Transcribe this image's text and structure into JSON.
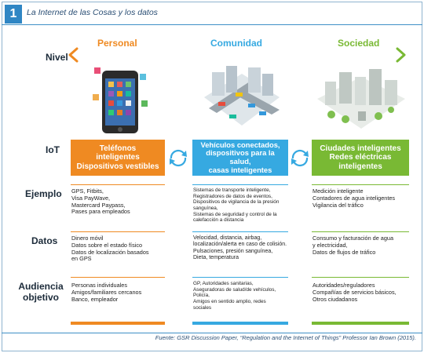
{
  "header": {
    "number": "1",
    "title": "La Internet de las Cosas y los datos"
  },
  "rows": {
    "nivel": "Nivel",
    "iot": "IoT",
    "ejemplo": "Ejemplo",
    "datos": "Datos",
    "audiencia_1": "Audiencia",
    "audiencia_2": "objetivo"
  },
  "levels": {
    "personal": "Personal",
    "comunidad": "Comunidad",
    "sociedad": "Sociedad"
  },
  "colors": {
    "personal": "#ef8a22",
    "comunidad": "#36a9e1",
    "sociedad": "#79b934",
    "header": "#2f86c4"
  },
  "iot": {
    "personal": [
      "Teléfonos",
      "inteligentes",
      "Dispositivos vestibles"
    ],
    "comunidad": [
      "Vehículos conectados,",
      "dispositivos para la",
      "salud,",
      "casas inteligentes"
    ],
    "sociedad": [
      "Ciudades inteligentes",
      "Redes eléctricas",
      "inteligentes"
    ]
  },
  "ejemplo": {
    "personal": [
      "GPS, Fitbits,",
      "Visa PayWave,",
      "Mastercard Paypass,",
      "Pases para empleados"
    ],
    "comunidad": [
      "Sistemas de transporte inteligente,",
      "Registradores de datos de eventos,",
      "Dispositivos de vigilancia de la presión",
      "sanguínea,",
      "Sistemas de seguridad y control de la",
      "calefacción a distancia"
    ],
    "sociedad": [
      "Medición inteligente",
      "Contadores de agua inteligentes",
      "Vigilancia del tráfico"
    ]
  },
  "datos": {
    "personal": [
      "Dinero móvil",
      "Datos sobre el estado físico",
      "Datos de localización basados",
      "en GPS"
    ],
    "comunidad": [
      "Velocidad, distancia, airbag,",
      "localización/alerta en caso de colisión.",
      "Pulsaciones, presión sanguínea,",
      "Dieta, temperatura"
    ],
    "sociedad": [
      "Consumo y facturación de agua",
      "y electricidad,",
      "Datos de flujos de tráfico"
    ]
  },
  "audiencia": {
    "personal": [
      "Personas individuales",
      "Amigos/familiares cercanos",
      "Banco, empleador"
    ],
    "comunidad": [
      "GP, Autoridades sanitarias,",
      "Aseguradoras de salud/de vehículos,",
      "Policía,",
      "Amigos en sentido amplio, redes",
      "sociales"
    ],
    "sociedad": [
      "Autoridades/reguladores",
      "Compañías de servicios básicos,",
      "Otros ciudadanos"
    ]
  },
  "icons": [
    "smartphone-icon",
    "city-intersection-icon",
    "smart-city-icon",
    "cycle-arrows-icon"
  ],
  "source": "Fuente: GSR Discussion Paper, “Regulation and the Internet of Things” Professor Ian Brown (2015)."
}
